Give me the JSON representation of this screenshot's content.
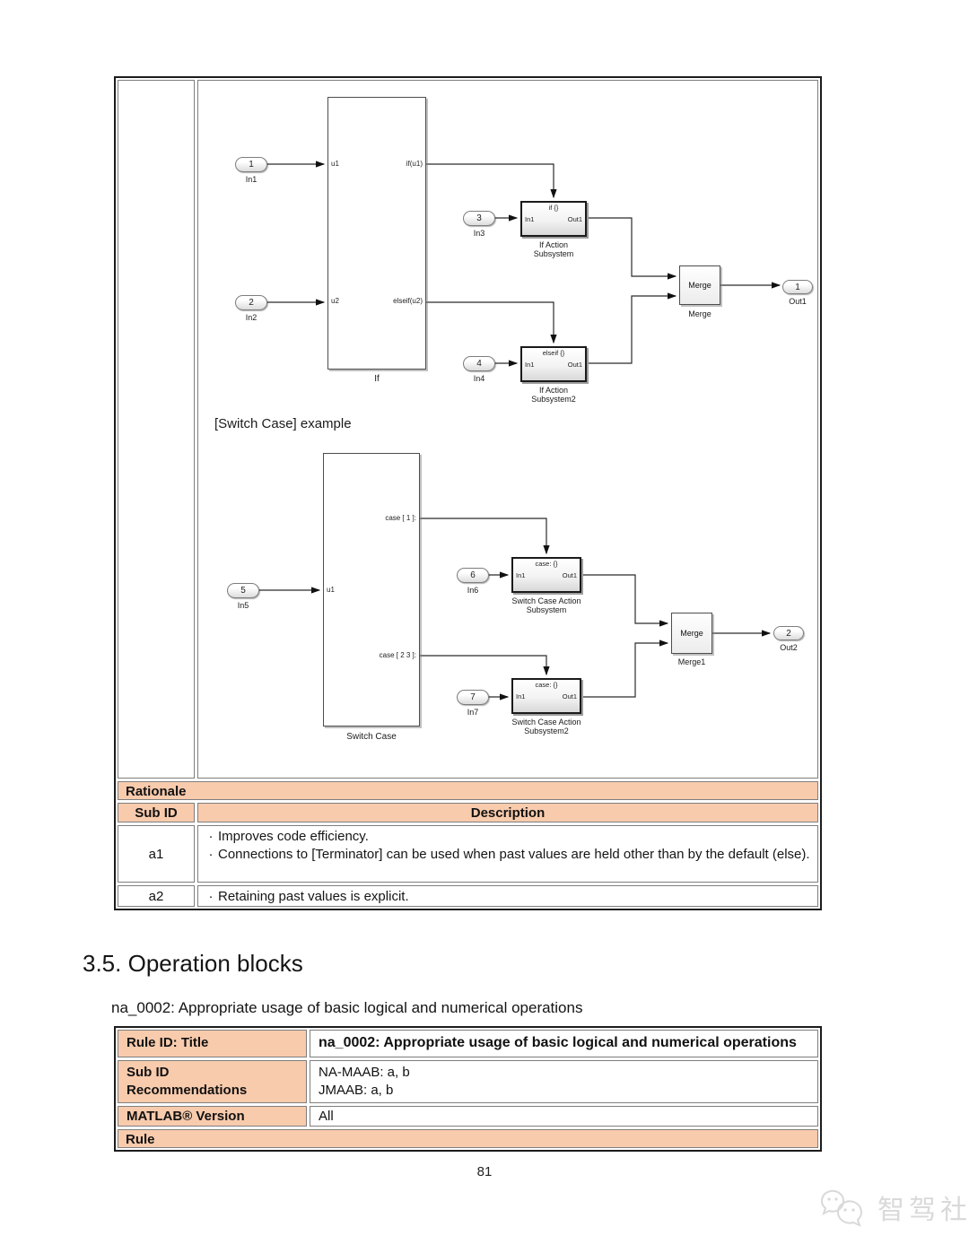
{
  "colors": {
    "header_bg": "#f8cbad"
  },
  "d1": {
    "in1": {
      "num": "1",
      "label": "In1"
    },
    "in2": {
      "num": "2",
      "label": "In2"
    },
    "in3": {
      "num": "3",
      "label": "In3"
    },
    "in4": {
      "num": "4",
      "label": "In4"
    },
    "if_block": {
      "u1": "u1",
      "u2": "u2",
      "out_if": "if(u1)",
      "out_elseif": "elseif(u2)",
      "label": "If"
    },
    "ias1": {
      "title": "if {}",
      "in": "In1",
      "out": "Out1",
      "label1": "If Action",
      "label2": "Subsystem"
    },
    "ias2": {
      "title": "elseif {}",
      "in": "In1",
      "out": "Out1",
      "label1": "If Action",
      "label2": "Subsystem2"
    },
    "merge": {
      "text": "Merge",
      "label": "Merge"
    },
    "out1": {
      "num": "1",
      "label": "Out1"
    }
  },
  "switch_case_caption": "[Switch Case] example",
  "d2": {
    "in5": {
      "num": "5",
      "label": "In5"
    },
    "in6": {
      "num": "6",
      "label": "In6"
    },
    "in7": {
      "num": "7",
      "label": "In7"
    },
    "sc_block": {
      "u1": "u1",
      "case1": "case [ 1 ]:",
      "case2": "case [ 2 3 ]:",
      "label": "Switch Case"
    },
    "scas1": {
      "title": "case: {}",
      "in": "In1",
      "out": "Out1",
      "label1": "Switch Case Action",
      "label2": "Subsystem"
    },
    "scas2": {
      "title": "case: {}",
      "in": "In1",
      "out": "Out1",
      "label1": "Switch Case Action",
      "label2": "Subsystem2"
    },
    "merge1": {
      "text": "Merge",
      "label": "Merge1"
    },
    "out2": {
      "num": "2",
      "label": "Out2"
    }
  },
  "rationale_table": {
    "header": "Rationale",
    "col_subid": "Sub ID",
    "col_desc": "Description",
    "bullet": "·",
    "rows": [
      {
        "sub_id": "a1",
        "bullets": [
          "Improves code efficiency.",
          "Connections to [Terminator] can be used when past values are held other than by the default (else)."
        ]
      },
      {
        "sub_id": "a2",
        "bullets": [
          "Retaining past values is explicit."
        ]
      }
    ]
  },
  "section": {
    "heading": "3.5. Operation blocks",
    "subheading": "na_0002: Appropriate usage of basic logical and numerical operations"
  },
  "rule_table": {
    "rows": [
      {
        "label": "Rule ID: Title",
        "value": "na_0002: Appropriate usage of basic logical and numerical operations"
      },
      {
        "label": "Sub ID Recommendations",
        "value_lines": [
          "NA-MAAB: a, b",
          "JMAAB: a, b"
        ]
      },
      {
        "label": "MATLAB® Version",
        "value": "All"
      },
      {
        "label": "Rule"
      }
    ]
  },
  "page": {
    "number": "81"
  },
  "watermark": {
    "text": "智驾社"
  }
}
